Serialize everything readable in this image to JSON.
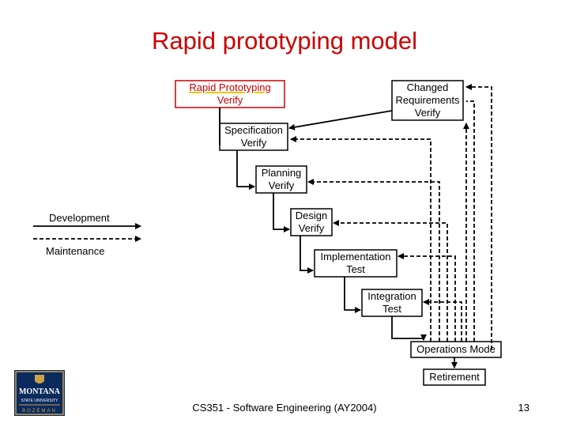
{
  "slide": {
    "title": "Rapid prototyping model",
    "footer": "CS351 - Software Engineering (AY2004)",
    "page_number": "13"
  },
  "boxes": {
    "rapid_prototyping": [
      "Rapid Prototyping",
      "Verify"
    ],
    "changed_requirements": [
      "Changed",
      "Requirements",
      "Verify"
    ],
    "specification": [
      "Specification",
      "Verify"
    ],
    "planning": [
      "Planning",
      "Verify"
    ],
    "design": [
      "Design",
      "Verify"
    ],
    "implementation": [
      "Implementation",
      "Test"
    ],
    "integration": [
      "Integration",
      "Test"
    ],
    "operations": [
      "Operations Mode"
    ],
    "retirement": [
      "Retirement"
    ]
  },
  "legend": {
    "development": "Development",
    "maintenance": "Maintenance"
  },
  "logo": {
    "line1": "MONTANA",
    "line2": "STATE UNIVERSITY",
    "line3": "BOZEMAN"
  },
  "colors": {
    "title": "#cc0000",
    "rapid_prototyping_border": "#cc0000",
    "underline": "#e6c800",
    "logo_bg": "#0b2a5e",
    "logo_gold": "#c9a24a"
  }
}
